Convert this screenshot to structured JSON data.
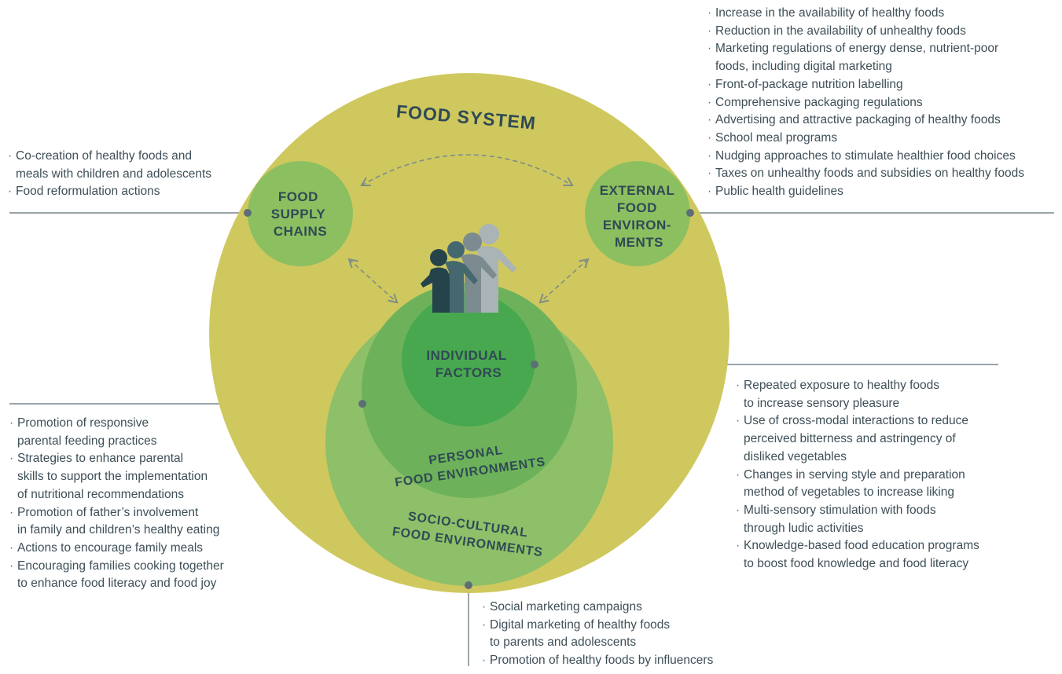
{
  "title": "FOOD SYSTEM",
  "nodes": {
    "food_supply_chains": [
      "FOOD",
      "SUPPLY",
      "CHAINS"
    ],
    "external_food_environments": [
      "EXTERNAL",
      "FOOD",
      "ENVIRON-",
      "MENTS"
    ],
    "individual_factors": [
      "INDIVIDUAL",
      "FACTORS"
    ],
    "personal_food_environments": [
      "PERSONAL",
      "FOOD ENVIRONMENTS"
    ],
    "socio_cultural_food_environments": [
      "SOCIO-CULTURAL",
      "FOOD ENVIRONMENTS"
    ]
  },
  "lists": {
    "top_right": [
      "Increase in the availability of healthy foods",
      "Reduction in the availability of unhealthy foods",
      "Marketing regulations of energy dense, nutrient-poor\nfoods, including digital marketing",
      "Front-of-package nutrition labelling",
      "Comprehensive packaging regulations",
      "Advertising and attractive packaging of healthy foods",
      "School meal programs",
      "Nudging approaches to stimulate healthier food choices",
      "Taxes on unhealthy foods and subsidies on healthy foods",
      "Public health guidelines"
    ],
    "top_left": [
      "Co-creation of healthy foods and\nmeals with children and adolescents",
      "Food reformulation actions"
    ],
    "left": [
      "Promotion of responsive\nparental feeding practices",
      "Strategies to enhance parental\nskills to support the implementation\nof nutritional recommendations",
      "Promotion of father’s involvement\nin family and children’s healthy eating",
      "Actions to encourage family meals",
      "Encouraging families cooking together\nto enhance food literacy and food joy"
    ],
    "right": [
      "Repeated exposure to healthy foods\nto increase sensory pleasure",
      "Use of cross-modal interactions to reduce\nperceived bitterness and astringency of\ndisliked vegetables",
      "Changes in serving style and preparation\nmethod of vegetables to increase liking",
      "Multi-sensory stimulation with foods\nthrough ludic activities",
      "Knowledge-based food education programs\nto boost food knowledge and food literacy"
    ],
    "bottom": [
      "Social marketing campaigns",
      "Digital marketing of healthy foods\nto parents and adolescents",
      "Promotion of healthy foods by influencers"
    ]
  },
  "colors": {
    "food_system": "#cfc85f",
    "socio_cultural": "#8dc068",
    "personal": "#6db25a",
    "individual": "#48a84f",
    "node_small": "#8cbf60",
    "text": "#2f4a55",
    "list_text": "#3e4f57",
    "connector": "#5e6e75",
    "dashed_arrow": "#7f8d86",
    "figure_dark": "#25434b",
    "figure_mid": "#456870",
    "figure_light": "#7b8b90",
    "figure_pale": "#aab3b6"
  },
  "icons": [
    "family-icon",
    "dashed-double-arrow-icon"
  ]
}
